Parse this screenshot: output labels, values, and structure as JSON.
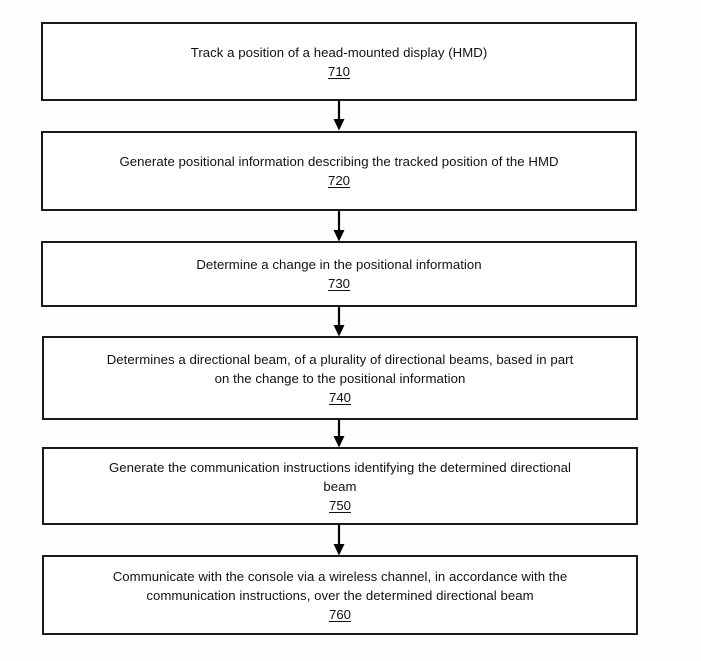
{
  "figure": {
    "type": "flowchart",
    "orientation": "vertical",
    "background_color": "#fefefe",
    "box_border_color": "#1a1a1a",
    "connector_color": "#000000"
  },
  "steps": [
    {
      "text": "Track a position of a head-mounted display (HMD)",
      "ref": "710"
    },
    {
      "text": "Generate positional information describing the tracked position of the HMD",
      "ref": "720"
    },
    {
      "text": "Determine a change in the positional information",
      "ref": "730"
    },
    {
      "text": "Determines a directional beam, of a plurality of directional beams, based in part\non the change to the positional information",
      "ref": "740"
    },
    {
      "text": "Generate the communication instructions identifying the determined directional\nbeam",
      "ref": "750"
    },
    {
      "text": "Communicate with the console via a wireless channel, in accordance with the\ncommunication instructions, over the determined directional beam",
      "ref": "760"
    }
  ]
}
